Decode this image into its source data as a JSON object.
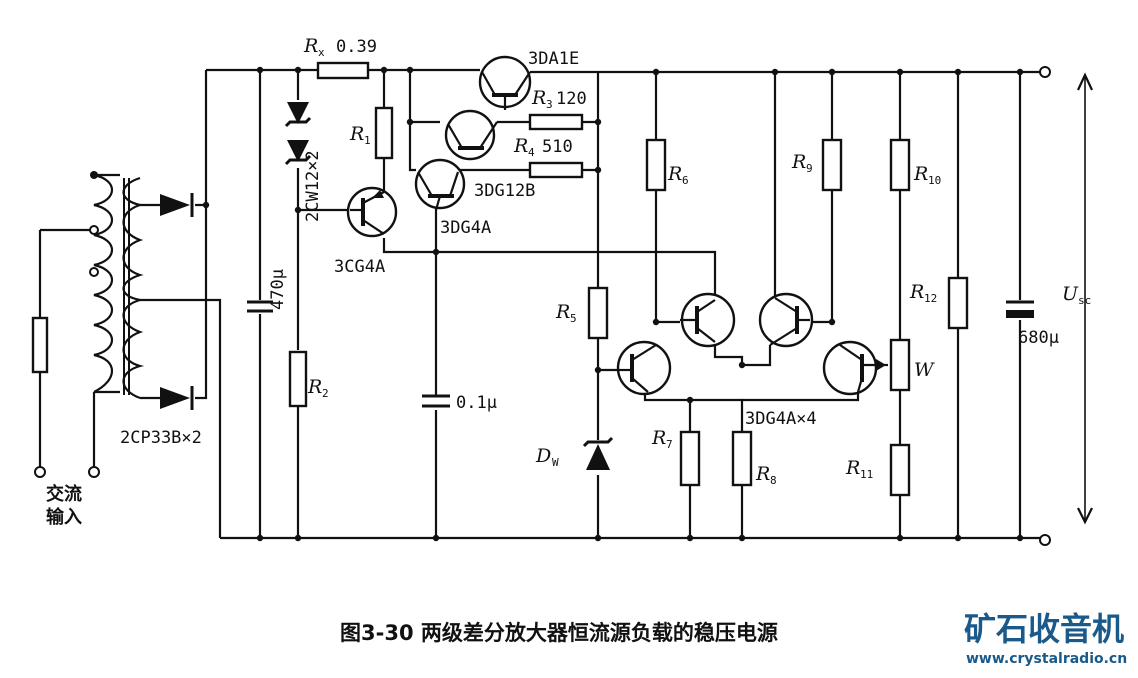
{
  "diagram": {
    "labels": {
      "rx": "R",
      "rx_sub": "x",
      "rx_value": "0.39",
      "zener_top": "2CW12×2",
      "r1": "R",
      "r1_sub": "1",
      "q_3cg4a": "3CG4A",
      "r2": "R",
      "r2_sub": "2",
      "c_470": "470μ",
      "diodes": "2CP33B×2",
      "ac_input_line1": "交流",
      "ac_input_line2": "输入",
      "q_3da1e": "3DA1E",
      "r3": "R",
      "r3_sub": "3",
      "r3_value": "120",
      "r4": "R",
      "r4_sub": "4",
      "r4_value": "510",
      "q_3dg12b": "3DG12B",
      "q_3dg4a": "3DG4A",
      "c_01": "0.1μ",
      "r5": "R",
      "r5_sub": "5",
      "dw": "D",
      "dw_sub": "W",
      "r6": "R",
      "r6_sub": "6",
      "r7": "R",
      "r7_sub": "7",
      "r8": "R",
      "r8_sub": "8",
      "r9": "R",
      "r9_sub": "9",
      "r10": "R",
      "r10_sub": "10",
      "r11": "R",
      "r11_sub": "11",
      "r12": "R",
      "r12_sub": "12",
      "w": "W",
      "q_quad": "3DG4A×4",
      "c_680": "680μ",
      "usc": "U",
      "usc_sub": "sc"
    },
    "caption": "图3-30 两级差分放大器恒流源负载的稳压电源",
    "watermark": {
      "title": "矿石收音机",
      "url": "www.crystalradio.cn",
      "color": "#1a5a8a"
    }
  }
}
